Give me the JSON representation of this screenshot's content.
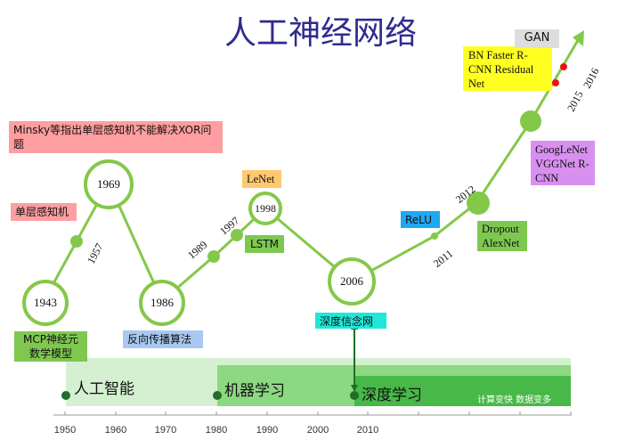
{
  "logo": "",
  "title": "人工神经网络",
  "nodes": {
    "n1943": "1943",
    "n1969": "1969",
    "n1986": "1986",
    "n1998": "1998",
    "n2006": "2006"
  },
  "boxes": {
    "minsky": "Minsky等指出单层感知机不能解决XOR问题",
    "perceptron": "单层感知机",
    "mcp": "MCP神经元数学模型",
    "backprop": "反向传播算法",
    "lenet": "LeNet",
    "lstm": "LSTM",
    "dbn": "深度信念网",
    "relu": "ReLU",
    "dropout": "Dropout AlexNet",
    "googlenet": "GoogLeNet VGGNet R-CNN",
    "bn": "BN Faster R-CNN Residual Net",
    "gan": "GAN"
  },
  "years": {
    "y1957": "1957",
    "y1989": "1989",
    "y1997": "1997",
    "y2011": "2011",
    "y2012": "2012",
    "y2015": "2015",
    "y2016": "2016"
  },
  "eras": {
    "ai": "人工智能",
    "ml": "机器学习",
    "dl": "深度学习",
    "note": "计算变快 数据变多"
  },
  "axis": [
    "1950",
    "1960",
    "1970",
    "1980",
    "1990",
    "2000",
    "2010"
  ],
  "colors": {
    "line": "#84c84a",
    "title": "#2f2b8f",
    "pink": "#ff9ea0",
    "blue": "#a8c8f0",
    "green": "#7ec850",
    "cyan": "#20e8d8",
    "yellow": "#ffff20",
    "orange": "#ffc870",
    "sky": "#20a8f0",
    "violet": "#d890f0",
    "gray": "#dddddd"
  }
}
